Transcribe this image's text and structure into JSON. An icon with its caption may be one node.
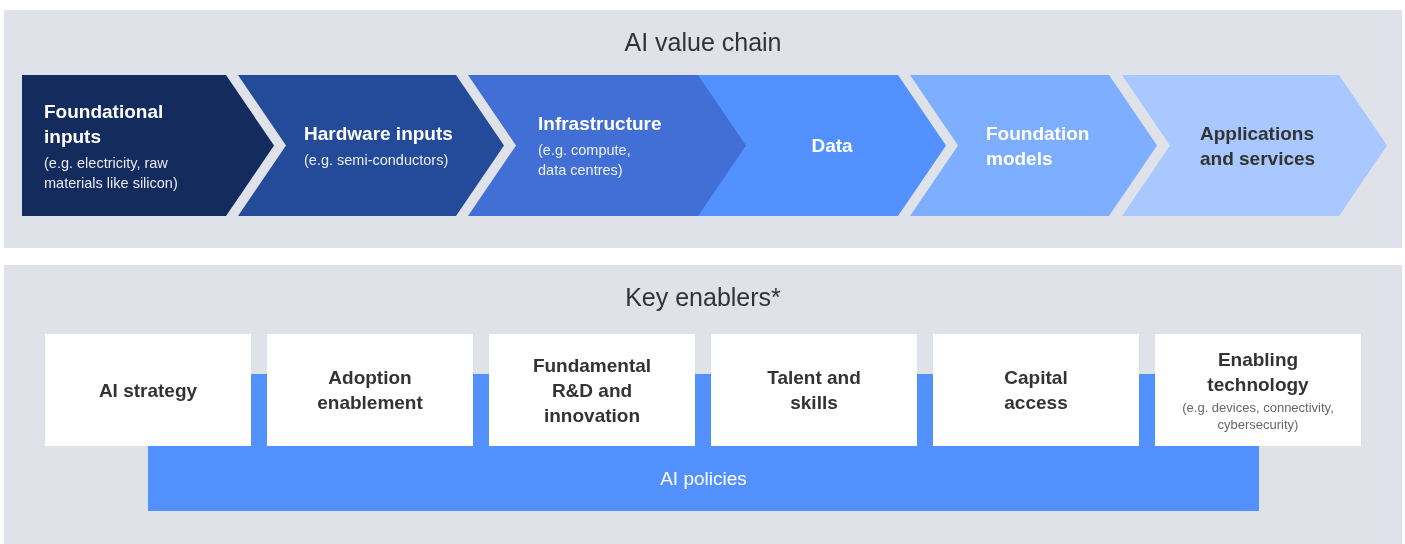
{
  "diagram": {
    "nodes": [
      {
        "text": [
          "AI value chain"
        ]
      },
      {
        "text": [
          "Foundational inputs",
          "(e.g. electricity, raw materials like silicon)"
        ],
        "in": 0
      },
      {
        "text": [
          "Hardware inputs",
          "(e.g. semi-conductors)"
        ],
        "in": 0
      },
      {
        "text": [
          "Infrastructure",
          "(e.g. compute, data centres)"
        ],
        "in": 0
      },
      {
        "text": [
          "Data"
        ],
        "in": 0
      },
      {
        "text": [
          "Foundation models"
        ],
        "in": 0
      },
      {
        "text": [
          "Applications and services"
        ],
        "in": 0
      },
      {
        "text": [
          "Key enablers*"
        ]
      },
      {
        "text": [
          "AI policies"
        ],
        "in": 7
      },
      {
        "text": [
          "AI strategy"
        ],
        "in": 7
      },
      {
        "text": [
          "Adoption enablement"
        ],
        "in": 7
      },
      {
        "text": [
          "Fundamental R&D and innovation"
        ],
        "in": 7
      },
      {
        "text": [
          "Talent and skills"
        ],
        "in": 7
      },
      {
        "text": [
          "Capital access"
        ],
        "in": 7
      },
      {
        "text": [
          "Enabling technology",
          "(e.g. devices, connectivity, cybersecurity)"
        ],
        "in": 7
      }
    ],
    "edges": []
  }
}
